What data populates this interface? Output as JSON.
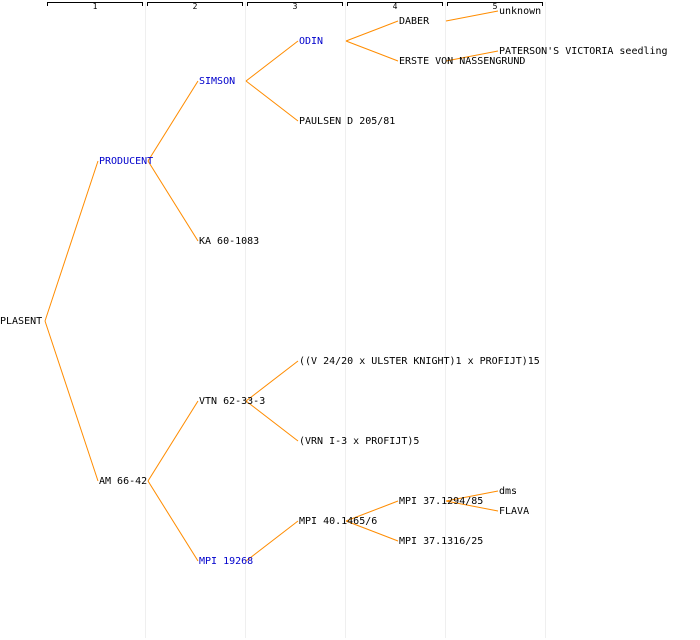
{
  "generations": [
    "1",
    "2",
    "3",
    "4",
    "5"
  ],
  "colors": {
    "edge": "#ff8c00",
    "link_text": "#0000cc",
    "text": "#000000",
    "grid": "#efefef"
  },
  "nodes": {
    "plasent": "PLASENT",
    "producent": "PRODUCENT",
    "am_66_42": "AM 66-42",
    "simson": "SIMSON",
    "ka_60_1083": "KA 60-1083",
    "vtn_62_33_3": "VTN 62-33-3",
    "mpi_19268": "MPI 19268",
    "odin": "ODIN",
    "paulsen": "PAULSEN D 205/81",
    "v24": "((V 24/20 x ULSTER KNIGHT)1 x PROFIJT)15",
    "vrn": "(VRN I-3 x PROFIJT)5",
    "mpi_40_1465_6": "MPI 40.1465/6",
    "daber": "DABER",
    "erste": "ERSTE VON NASSENGRUND",
    "mpi_37_1294_85": "MPI 37.1294/85",
    "mpi_37_1316_25": "MPI 37.1316/25",
    "unknown": "unknown",
    "paterson": "PATERSON'S VICTORIA seedling",
    "dms": "dms",
    "flava": "FLAVA"
  }
}
